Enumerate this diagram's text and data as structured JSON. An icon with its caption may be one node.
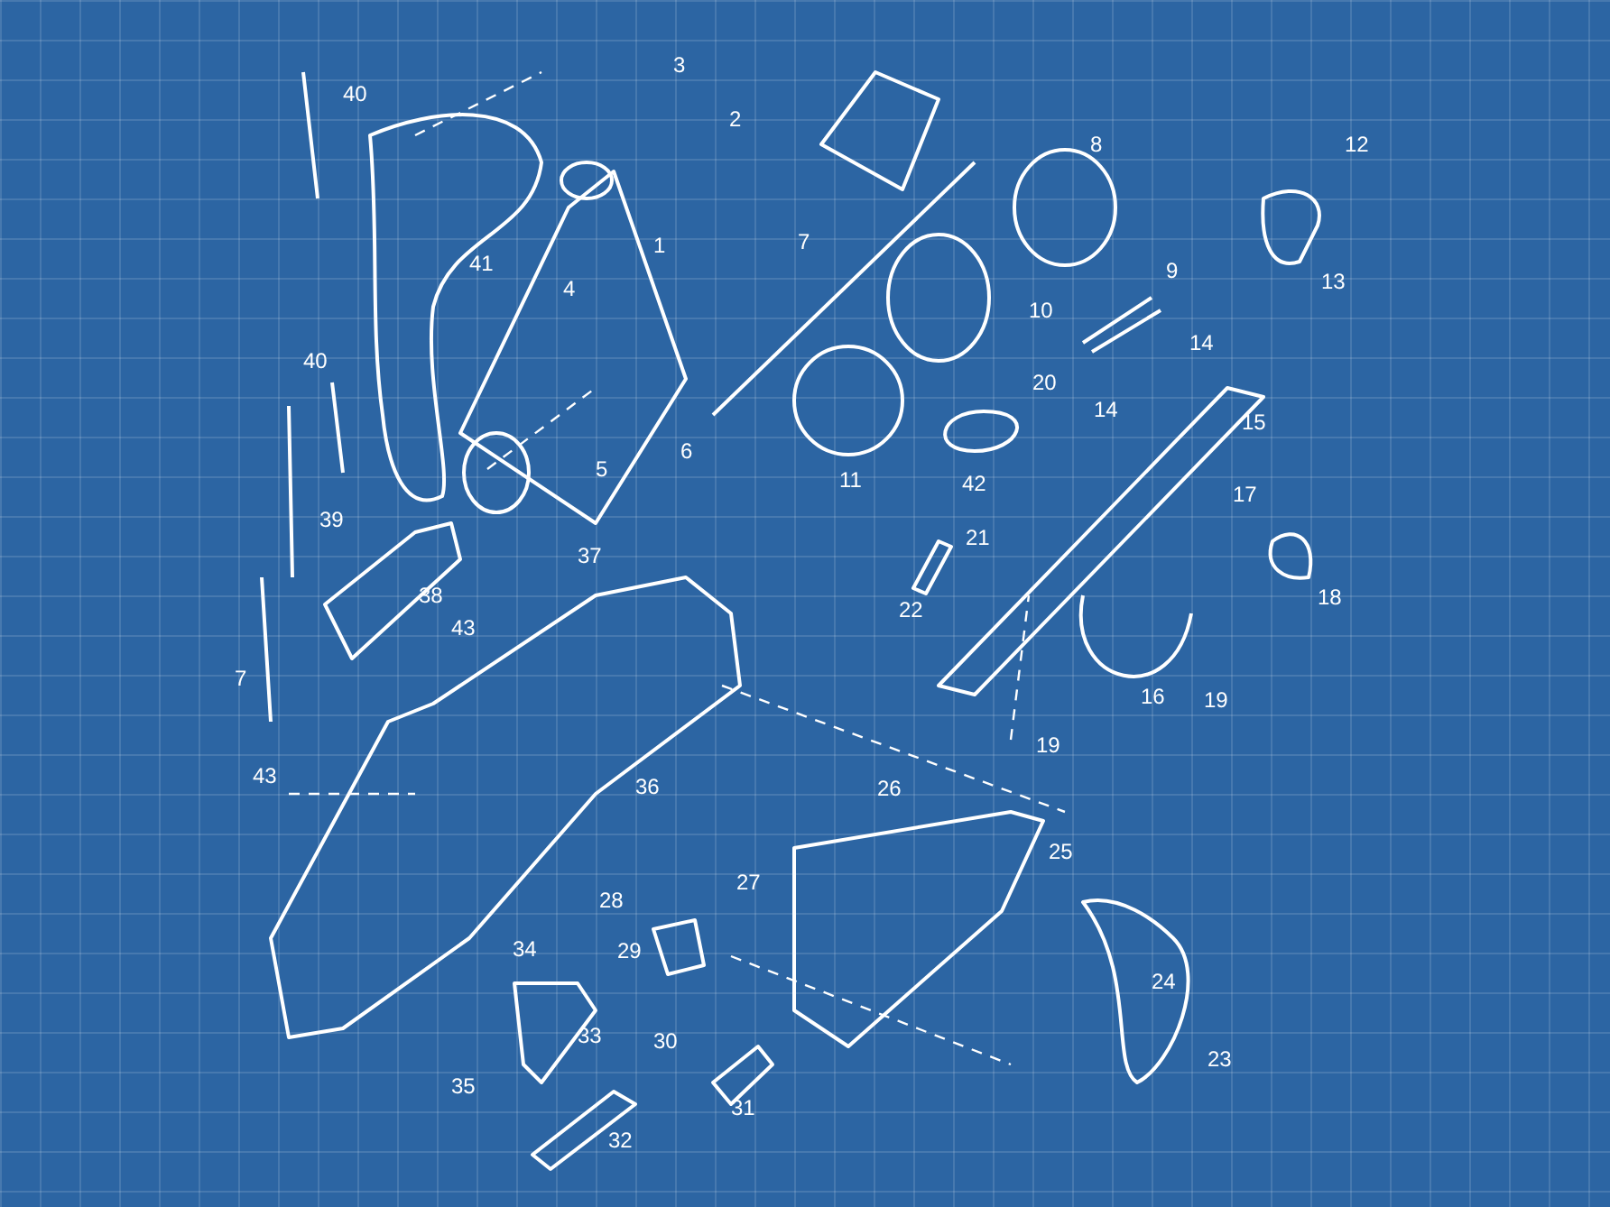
{
  "diagram": {
    "labels": [
      "3",
      "40",
      "2",
      "8",
      "12",
      "41",
      "1",
      "7",
      "9",
      "13",
      "4",
      "10",
      "14",
      "40",
      "20",
      "14",
      "15",
      "6",
      "5",
      "11",
      "42",
      "17",
      "39",
      "21",
      "37",
      "38",
      "18",
      "43",
      "22",
      "7",
      "16",
      "19",
      "19",
      "43",
      "36",
      "26",
      "25",
      "27",
      "28",
      "34",
      "29",
      "24",
      "33",
      "30",
      "23",
      "35",
      "31",
      "32"
    ]
  }
}
